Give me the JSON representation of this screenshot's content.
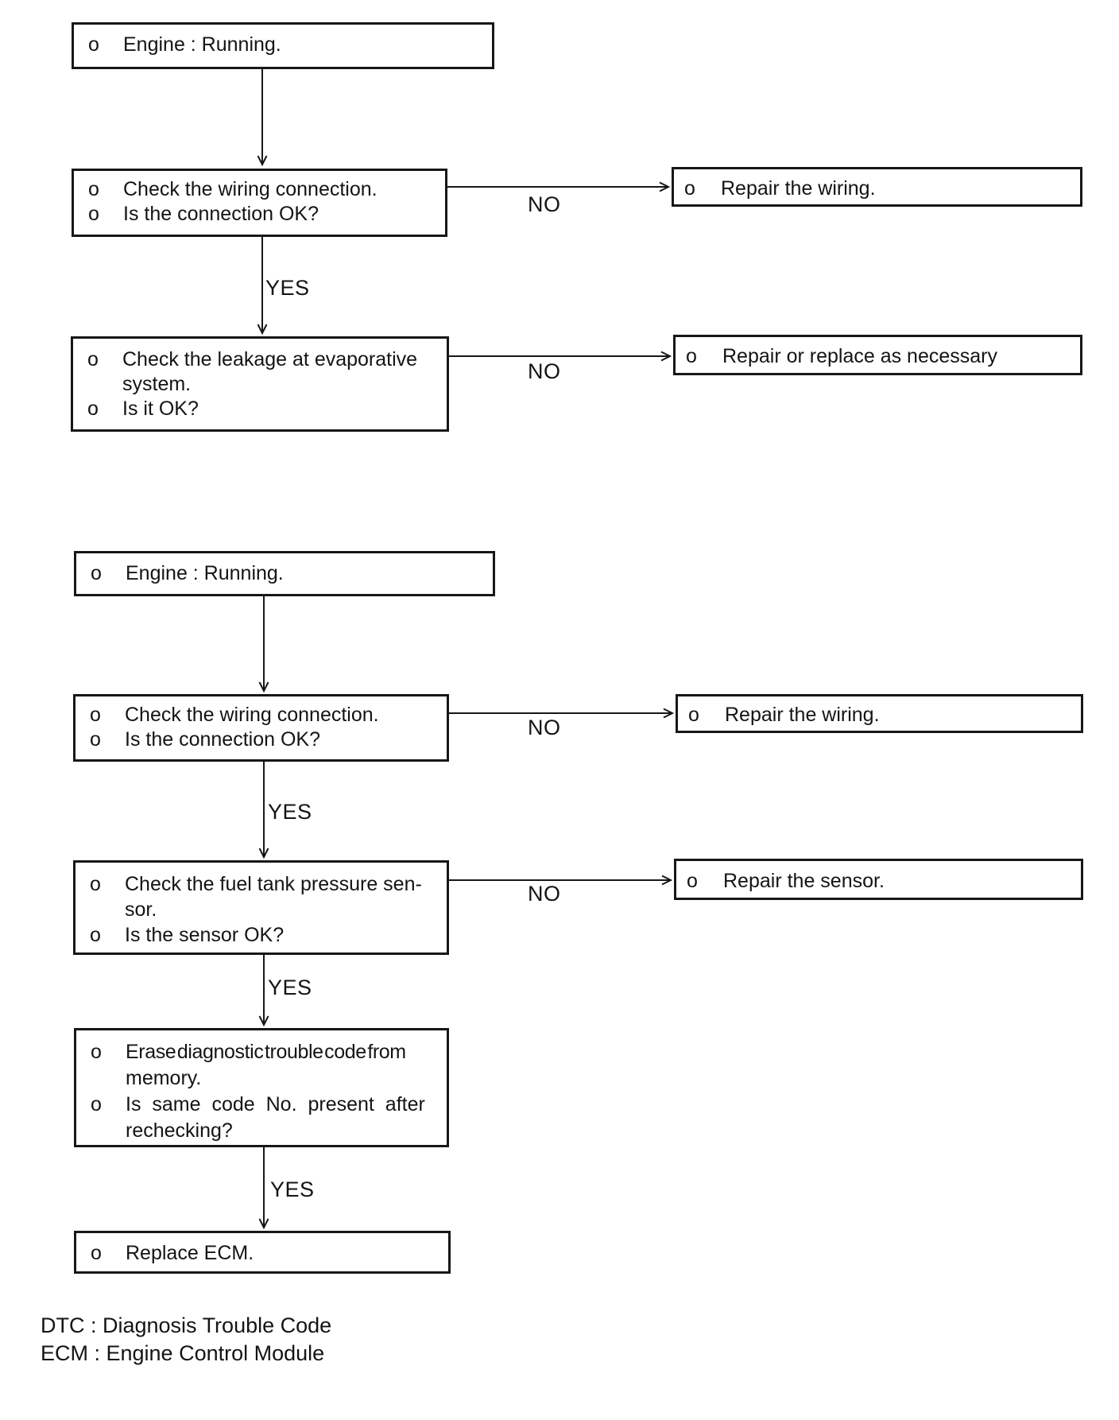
{
  "bullet": "o",
  "labels": {
    "yes": "YES",
    "no": "NO"
  },
  "chart1": {
    "engine": {
      "b1": [
        "Engine : Running."
      ]
    },
    "wiring": {
      "b1": [
        "Check the wiring connection."
      ],
      "b2": [
        "Is the connection OK?"
      ]
    },
    "leakage": {
      "b1": [
        "Check the leakage at evaporative",
        "system."
      ],
      "b2": [
        "Is it OK?"
      ]
    },
    "repair_wiring": {
      "b1": [
        "Repair the wiring."
      ]
    },
    "repair_replace": {
      "b1": [
        "Repair or replace as necessary"
      ]
    }
  },
  "chart2": {
    "engine": {
      "b1": [
        "Engine : Running."
      ]
    },
    "wiring": {
      "b1": [
        "Check the wiring connection."
      ],
      "b2": [
        "Is the connection OK?"
      ]
    },
    "repair_wiring": {
      "b1": [
        "Repair the wiring."
      ]
    },
    "sensor": {
      "b1": [
        "Check the fuel tank pressure sen-",
        "sor."
      ],
      "b2": [
        "Is the sensor OK?"
      ]
    },
    "repair_sensor": {
      "b1": [
        "Repair the sensor."
      ]
    },
    "erase": {
      "b1": [
        "Erase diagnostic trouble code from",
        "memory."
      ],
      "b2": [
        "Is same code No. present after",
        "rechecking?"
      ]
    },
    "replace_ecm": {
      "b1": [
        "Replace ECM."
      ]
    }
  },
  "legend": {
    "dtc": "DTC : Diagnosis Trouble Code",
    "ecm": "ECM : Engine Control Module"
  }
}
